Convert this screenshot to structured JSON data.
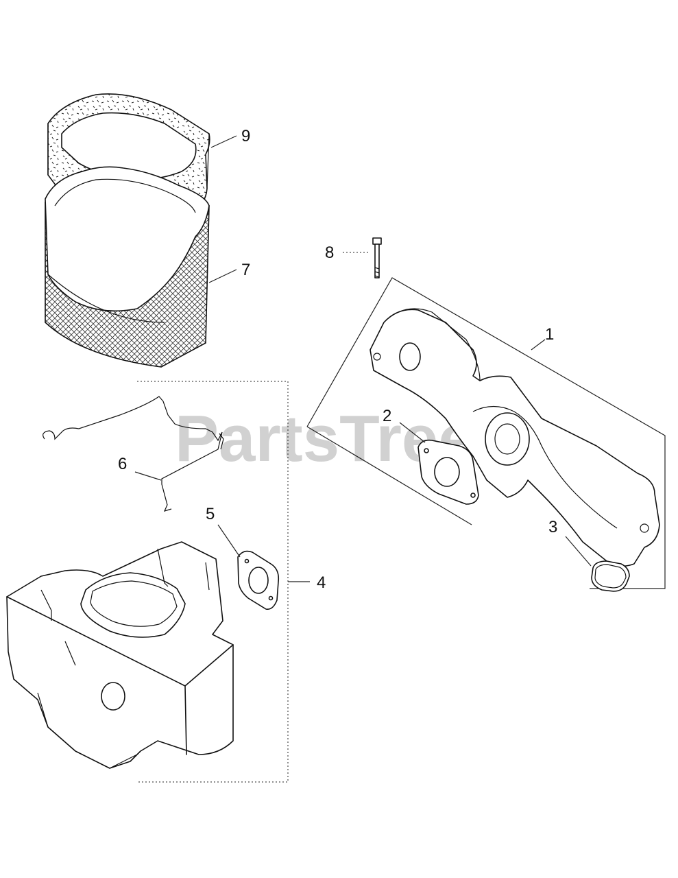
{
  "watermark": "PartsTree",
  "callouts": [
    {
      "id": "1",
      "label": "1"
    },
    {
      "id": "2",
      "label": "2"
    },
    {
      "id": "3",
      "label": "3"
    },
    {
      "id": "4",
      "label": "4"
    },
    {
      "id": "5",
      "label": "5"
    },
    {
      "id": "6",
      "label": "6"
    },
    {
      "id": "7",
      "label": "7"
    },
    {
      "id": "8",
      "label": "8"
    },
    {
      "id": "9",
      "label": "9"
    }
  ]
}
